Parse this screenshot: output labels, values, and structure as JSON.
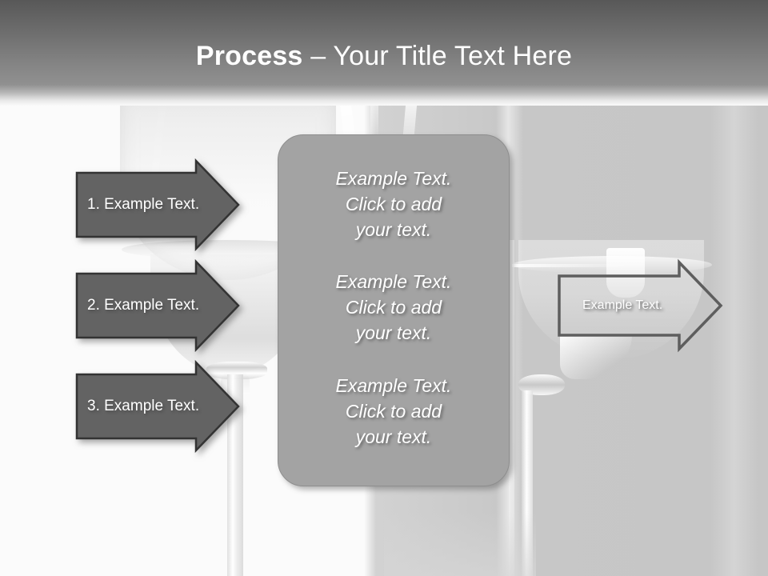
{
  "slide": {
    "title": {
      "strong": "Process",
      "separator": " – ",
      "light": "Your Title Text Here",
      "full": "Process – Your Title Text Here"
    },
    "background": {
      "description": "grayscale wine glasses photo",
      "left_color": "#fbfbfb",
      "right_color": "#c6c6c6"
    },
    "header": {
      "gradient_top": "#585858",
      "gradient_bottom": "#fafafa",
      "title_color": "#ffffff"
    }
  },
  "process": {
    "steps": [
      {
        "id": "step-1",
        "label": "1. Example Text."
      },
      {
        "id": "step-2",
        "label": "2. Example Text."
      },
      {
        "id": "step-3",
        "label": "3. Example Text."
      }
    ],
    "step_fill": "#636363",
    "step_stroke": "#333333",
    "step_text_color": "#ffffff"
  },
  "center_panel": {
    "fill": "#a3a3a3",
    "stroke": "#8e8e8e",
    "text_color": "#ffffff",
    "blocks": [
      {
        "line1": "Example Text.",
        "line2": "Click  to add",
        "line3": "your text."
      },
      {
        "line1": "Example Text.",
        "line2": "Click  to add",
        "line3": "your text."
      },
      {
        "line1": "Example Text.",
        "line2": "Click  to add",
        "line3": "your text."
      }
    ]
  },
  "outcome": {
    "label": "Example Text.",
    "fill": "transparent",
    "stroke": "#5e5e5e",
    "text_color": "#ffffff"
  }
}
